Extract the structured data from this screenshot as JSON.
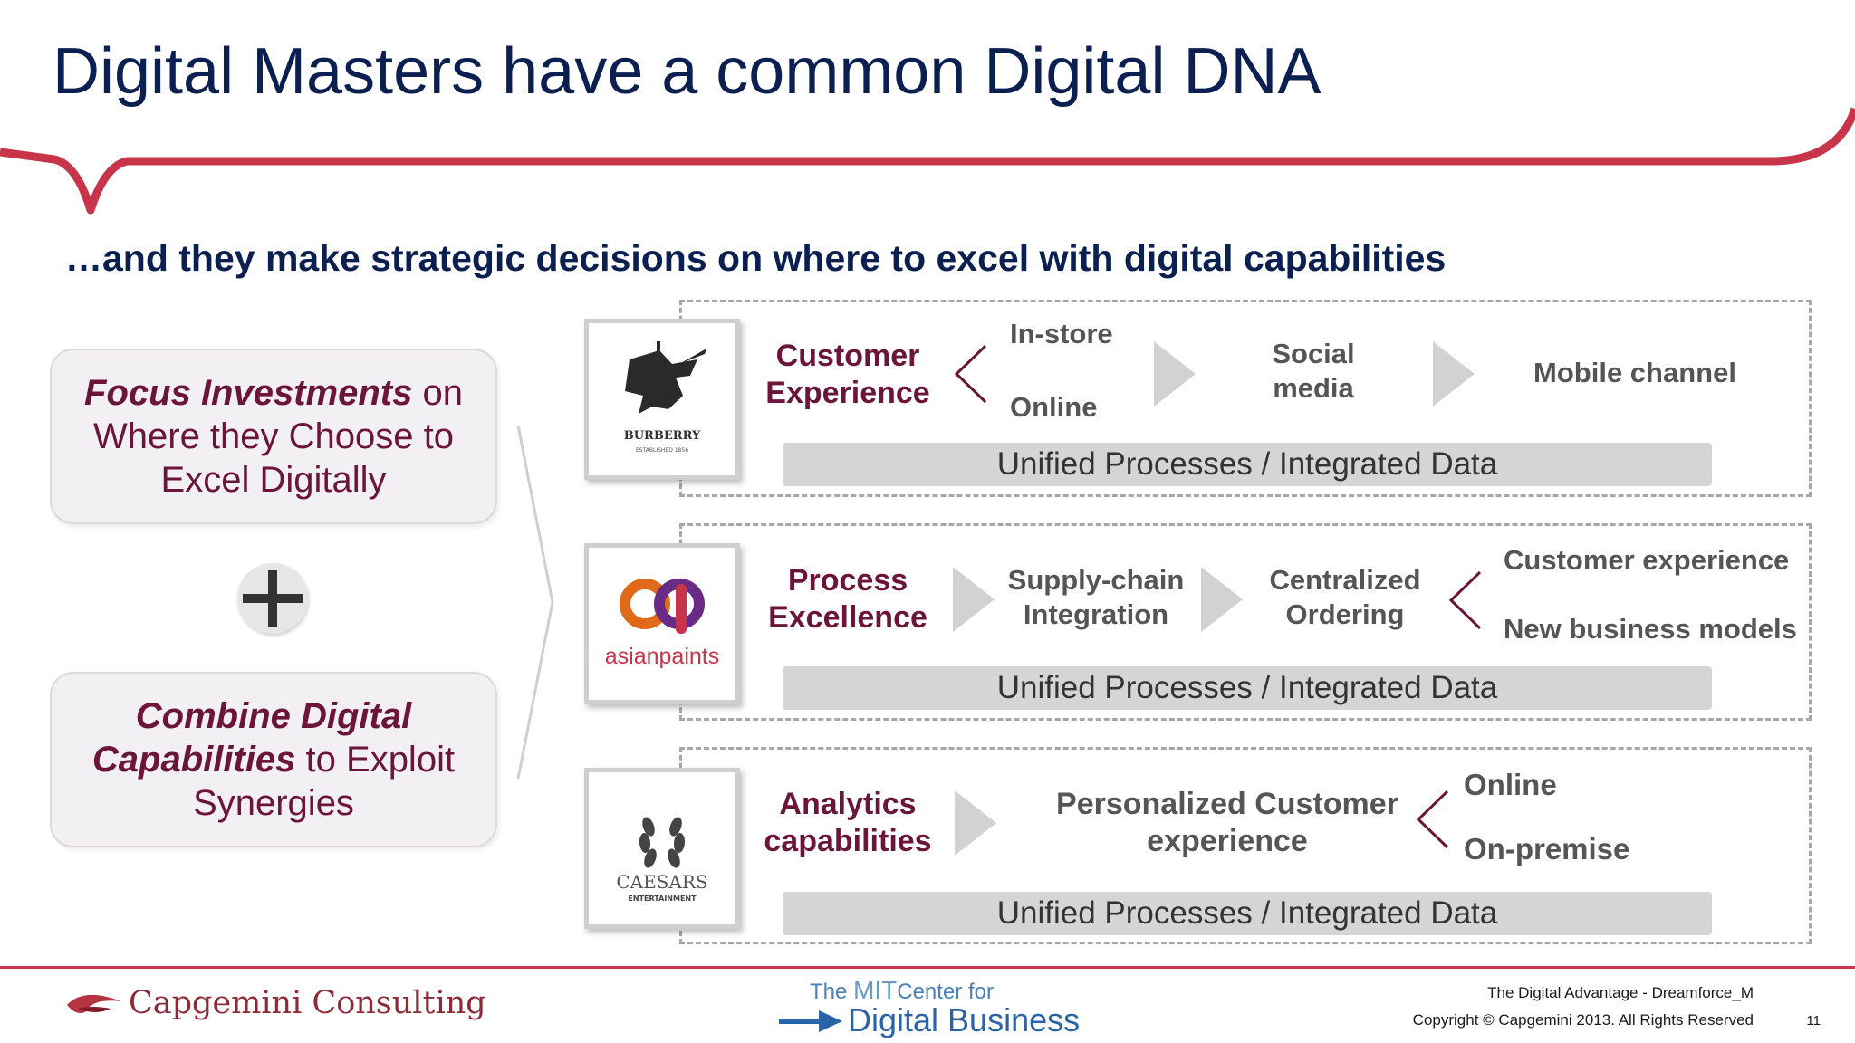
{
  "slide": {
    "title": "Digital Masters have a common Digital DNA",
    "subtitle": "…and they make strategic decisions on where to excel with digital capabilities"
  },
  "left_boxes": {
    "focus": {
      "emphasis": "Focus Investments",
      "rest": " on Where they Choose to Excel Digitally"
    },
    "combine": {
      "emphasis": "Combine Digital Capabilities",
      "rest": " to Exploit Synergies"
    }
  },
  "rows": [
    {
      "logo": "BURBERRY",
      "logo_sub": "ESTABLISHED 1856",
      "category": "Customer Experience",
      "steps": {
        "in_store": "In-store",
        "online": "Online",
        "social": "Social media",
        "mobile": "Mobile channel"
      },
      "bar": "Unified Processes / Integrated Data"
    },
    {
      "logo": "asianpaints",
      "category": "Process Excellence",
      "steps": {
        "supply": "Supply-chain Integration",
        "ordering": "Centralized Ordering",
        "cx": "Customer experience",
        "models": "New business models"
      },
      "bar": "Unified Processes / Integrated Data"
    },
    {
      "logo": "CAESARS",
      "logo_sub": "ENTERTAINMENT",
      "category": "Analytics capabilities",
      "steps": {
        "personalized": "Personalized Customer experience",
        "online": "Online",
        "onprem": "On-premise"
      },
      "bar": "Unified Processes / Integrated Data"
    }
  ],
  "footer": {
    "capgemini": "Capgemini Consulting",
    "mit_the": "The",
    "mit_name": "MIT",
    "mit_center": "Center for",
    "mit_digital": "Digital Business",
    "deck": "The Digital Advantage - Dreamforce_M",
    "copyright": "Copyright © Capgemini 2013. All Rights Reserved",
    "page": "11"
  },
  "colors": {
    "title": "#0b2051",
    "accent": "#c8354a",
    "maroon": "#6b1538",
    "arrow": "#d2d2d2"
  },
  "icons": [
    "plus-icon",
    "burberry-knight-logo",
    "asianpaints-logo",
    "caesars-laurel-logo",
    "capgemini-spade-icon",
    "mit-arrow-icon"
  ]
}
